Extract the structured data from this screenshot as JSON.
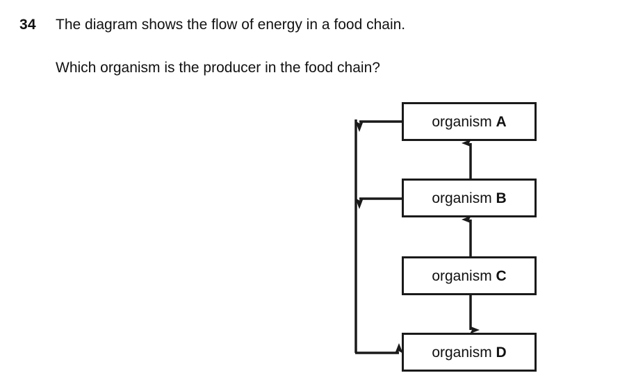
{
  "question": {
    "number": "34",
    "line1": "The diagram shows the flow of energy in a food chain.",
    "line2": "Which organism is the producer in the food chain?"
  },
  "diagram": {
    "title": "food chain energy flow diagram",
    "line_color": "#1a1a1a",
    "background_color": "#ffffff",
    "boxes": [
      {
        "id": "A",
        "prefix": "organism ",
        "letter": "A"
      },
      {
        "id": "B",
        "prefix": "organism ",
        "letter": "B"
      },
      {
        "id": "C",
        "prefix": "organism ",
        "letter": "C"
      },
      {
        "id": "D",
        "prefix": "organism ",
        "letter": "D"
      }
    ],
    "arrows": [
      {
        "name": "arrow-b-to-a",
        "from": "organism B",
        "to": "organism A",
        "direction": "up"
      },
      {
        "name": "arrow-c-to-b",
        "from": "organism C",
        "to": "organism B",
        "direction": "up"
      },
      {
        "name": "arrow-c-to-d",
        "from": "organism C",
        "to": "organism D",
        "direction": "down"
      },
      {
        "name": "arrow-a-to-d",
        "from": "organism A",
        "to": "organism D",
        "direction": "left-then-down-then-right"
      },
      {
        "name": "arrow-b-to-d",
        "from": "organism B",
        "to": "organism D",
        "direction": "left-then-down-then-right"
      }
    ]
  }
}
